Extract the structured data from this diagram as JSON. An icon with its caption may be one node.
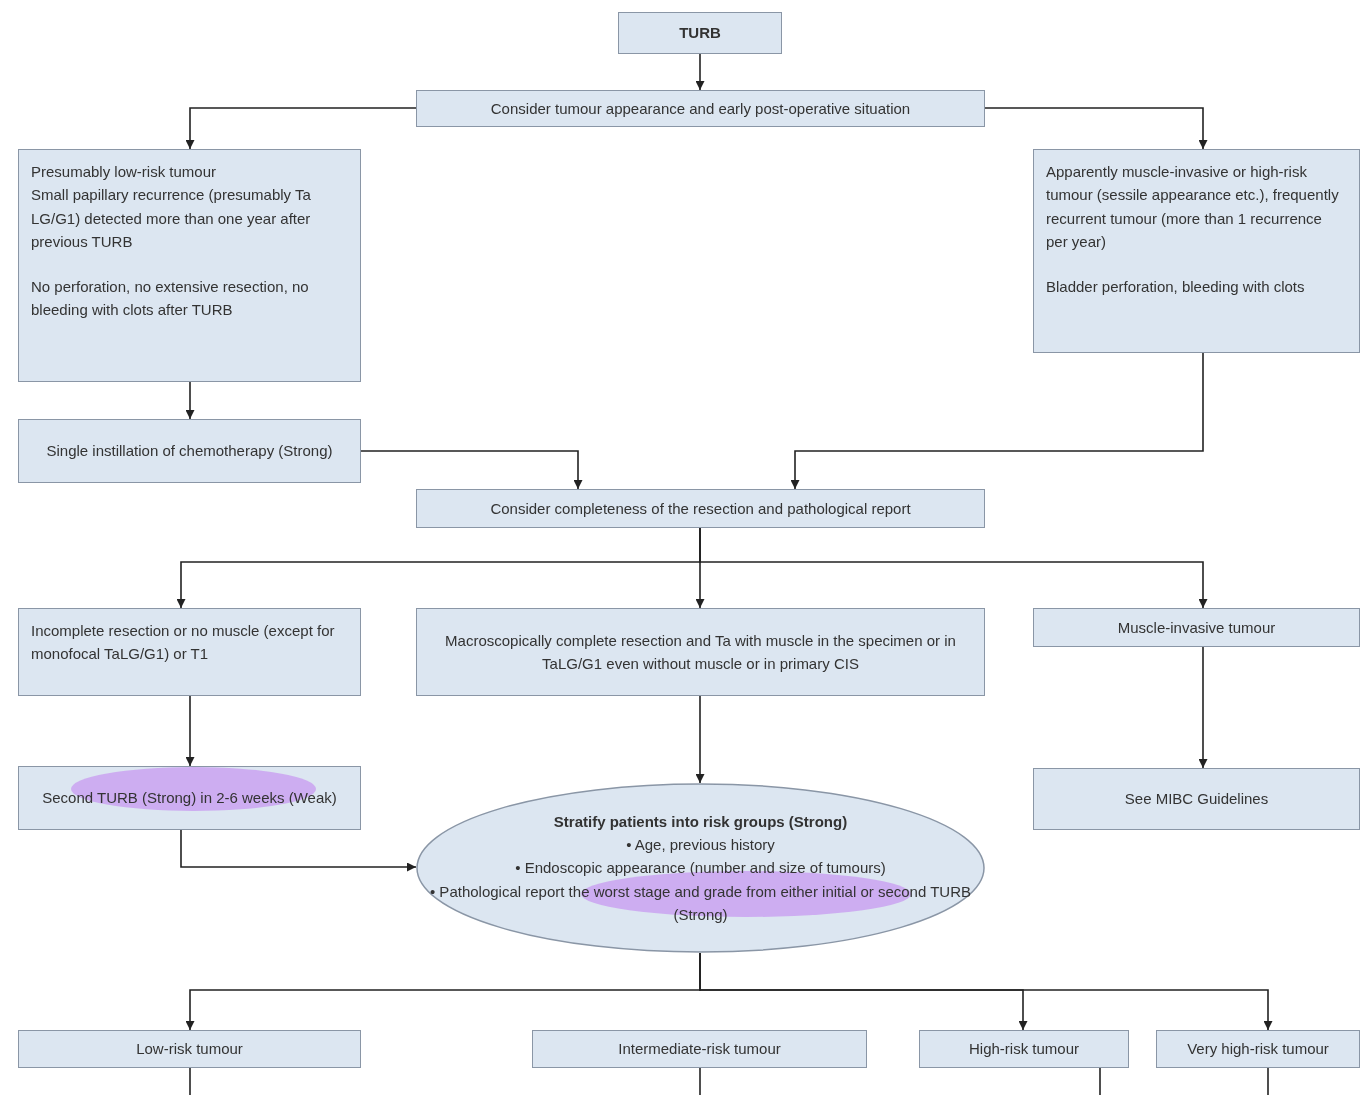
{
  "diagram": {
    "nodes": [
      {
        "text": [
          "TURB"
        ]
      },
      {
        "text": [
          "Consider tumour appearance and early post-operative situation"
        ]
      },
      {
        "text": [
          "Presumably low-risk tumour",
          "Small papillary recurrence (presumably Ta LG/G1) detected more than one year after previous TURB",
          "No perforation, no extensive resection, no bleeding with clots after TURB"
        ]
      },
      {
        "text": [
          "Apparently muscle-invasive or high-risk tumour (sessile appearance etc.), frequently recurrent tumour (more than 1 recurrence per year)",
          "Bladder perforation, bleeding with clots"
        ]
      },
      {
        "text": [
          "Single instillation of chemotherapy (Strong)"
        ]
      },
      {
        "text": [
          "Consider completeness of the resection and pathological report"
        ]
      },
      {
        "text": [
          "Incomplete resection or no muscle (except for monofocal TaLG/G1) or T1"
        ]
      },
      {
        "text": [
          "Macroscopically complete resection and Ta with muscle in the specimen or in TaLG/G1 even without muscle or in primary CIS"
        ]
      },
      {
        "text": [
          "Muscle-invasive tumour"
        ]
      },
      {
        "text": [
          "Second TURB (Strong) in 2-6 weeks (Weak)"
        ]
      },
      {
        "text": [
          "Stratify patients into risk groups (Strong)",
          "• Age, previous history",
          "• Endoscopic appearance (number and size of tumours)",
          "• Pathological report the worst stage and grade from either initial or second TURB (Strong)"
        ]
      },
      {
        "text": [
          "See MIBC Guidelines"
        ]
      },
      {
        "text": [
          "Low-risk tumour"
        ]
      },
      {
        "text": [
          "Intermediate-risk tumour"
        ]
      },
      {
        "text": [
          "High-risk tumour"
        ]
      },
      {
        "text": [
          "Very high-risk tumour"
        ]
      }
    ],
    "edges": [
      {
        "from": 0,
        "to": 1,
        "arrow": "to"
      },
      {
        "from": 1,
        "to": 2,
        "arrow": "to"
      },
      {
        "from": 1,
        "to": 3,
        "arrow": "to"
      },
      {
        "from": 2,
        "to": 4,
        "arrow": "to"
      },
      {
        "from": 4,
        "to": 5,
        "arrow": "to"
      },
      {
        "from": 3,
        "to": 5,
        "arrow": "to"
      },
      {
        "from": 5,
        "to": 6,
        "arrow": "to"
      },
      {
        "from": 5,
        "to": 7,
        "arrow": "to"
      },
      {
        "from": 5,
        "to": 8,
        "arrow": "to"
      },
      {
        "from": 6,
        "to": 9,
        "arrow": "to"
      },
      {
        "from": 7,
        "to": 10,
        "arrow": "to"
      },
      {
        "from": 8,
        "to": 11,
        "arrow": "to"
      },
      {
        "from": 9,
        "to": 10,
        "arrow": "to"
      },
      {
        "from": 10,
        "to": 12,
        "arrow": "to"
      },
      {
        "from": 10,
        "to": 14,
        "arrow": "to"
      },
      {
        "from": 10,
        "to": 15,
        "arrow": "to"
      },
      {
        "from": 12,
        "to": null,
        "arrow": "none"
      },
      {
        "from": 13,
        "to": null,
        "arrow": "none"
      },
      {
        "from": 14,
        "to": null,
        "arrow": "none"
      },
      {
        "from": 15,
        "to": null,
        "arrow": "none"
      }
    ]
  }
}
